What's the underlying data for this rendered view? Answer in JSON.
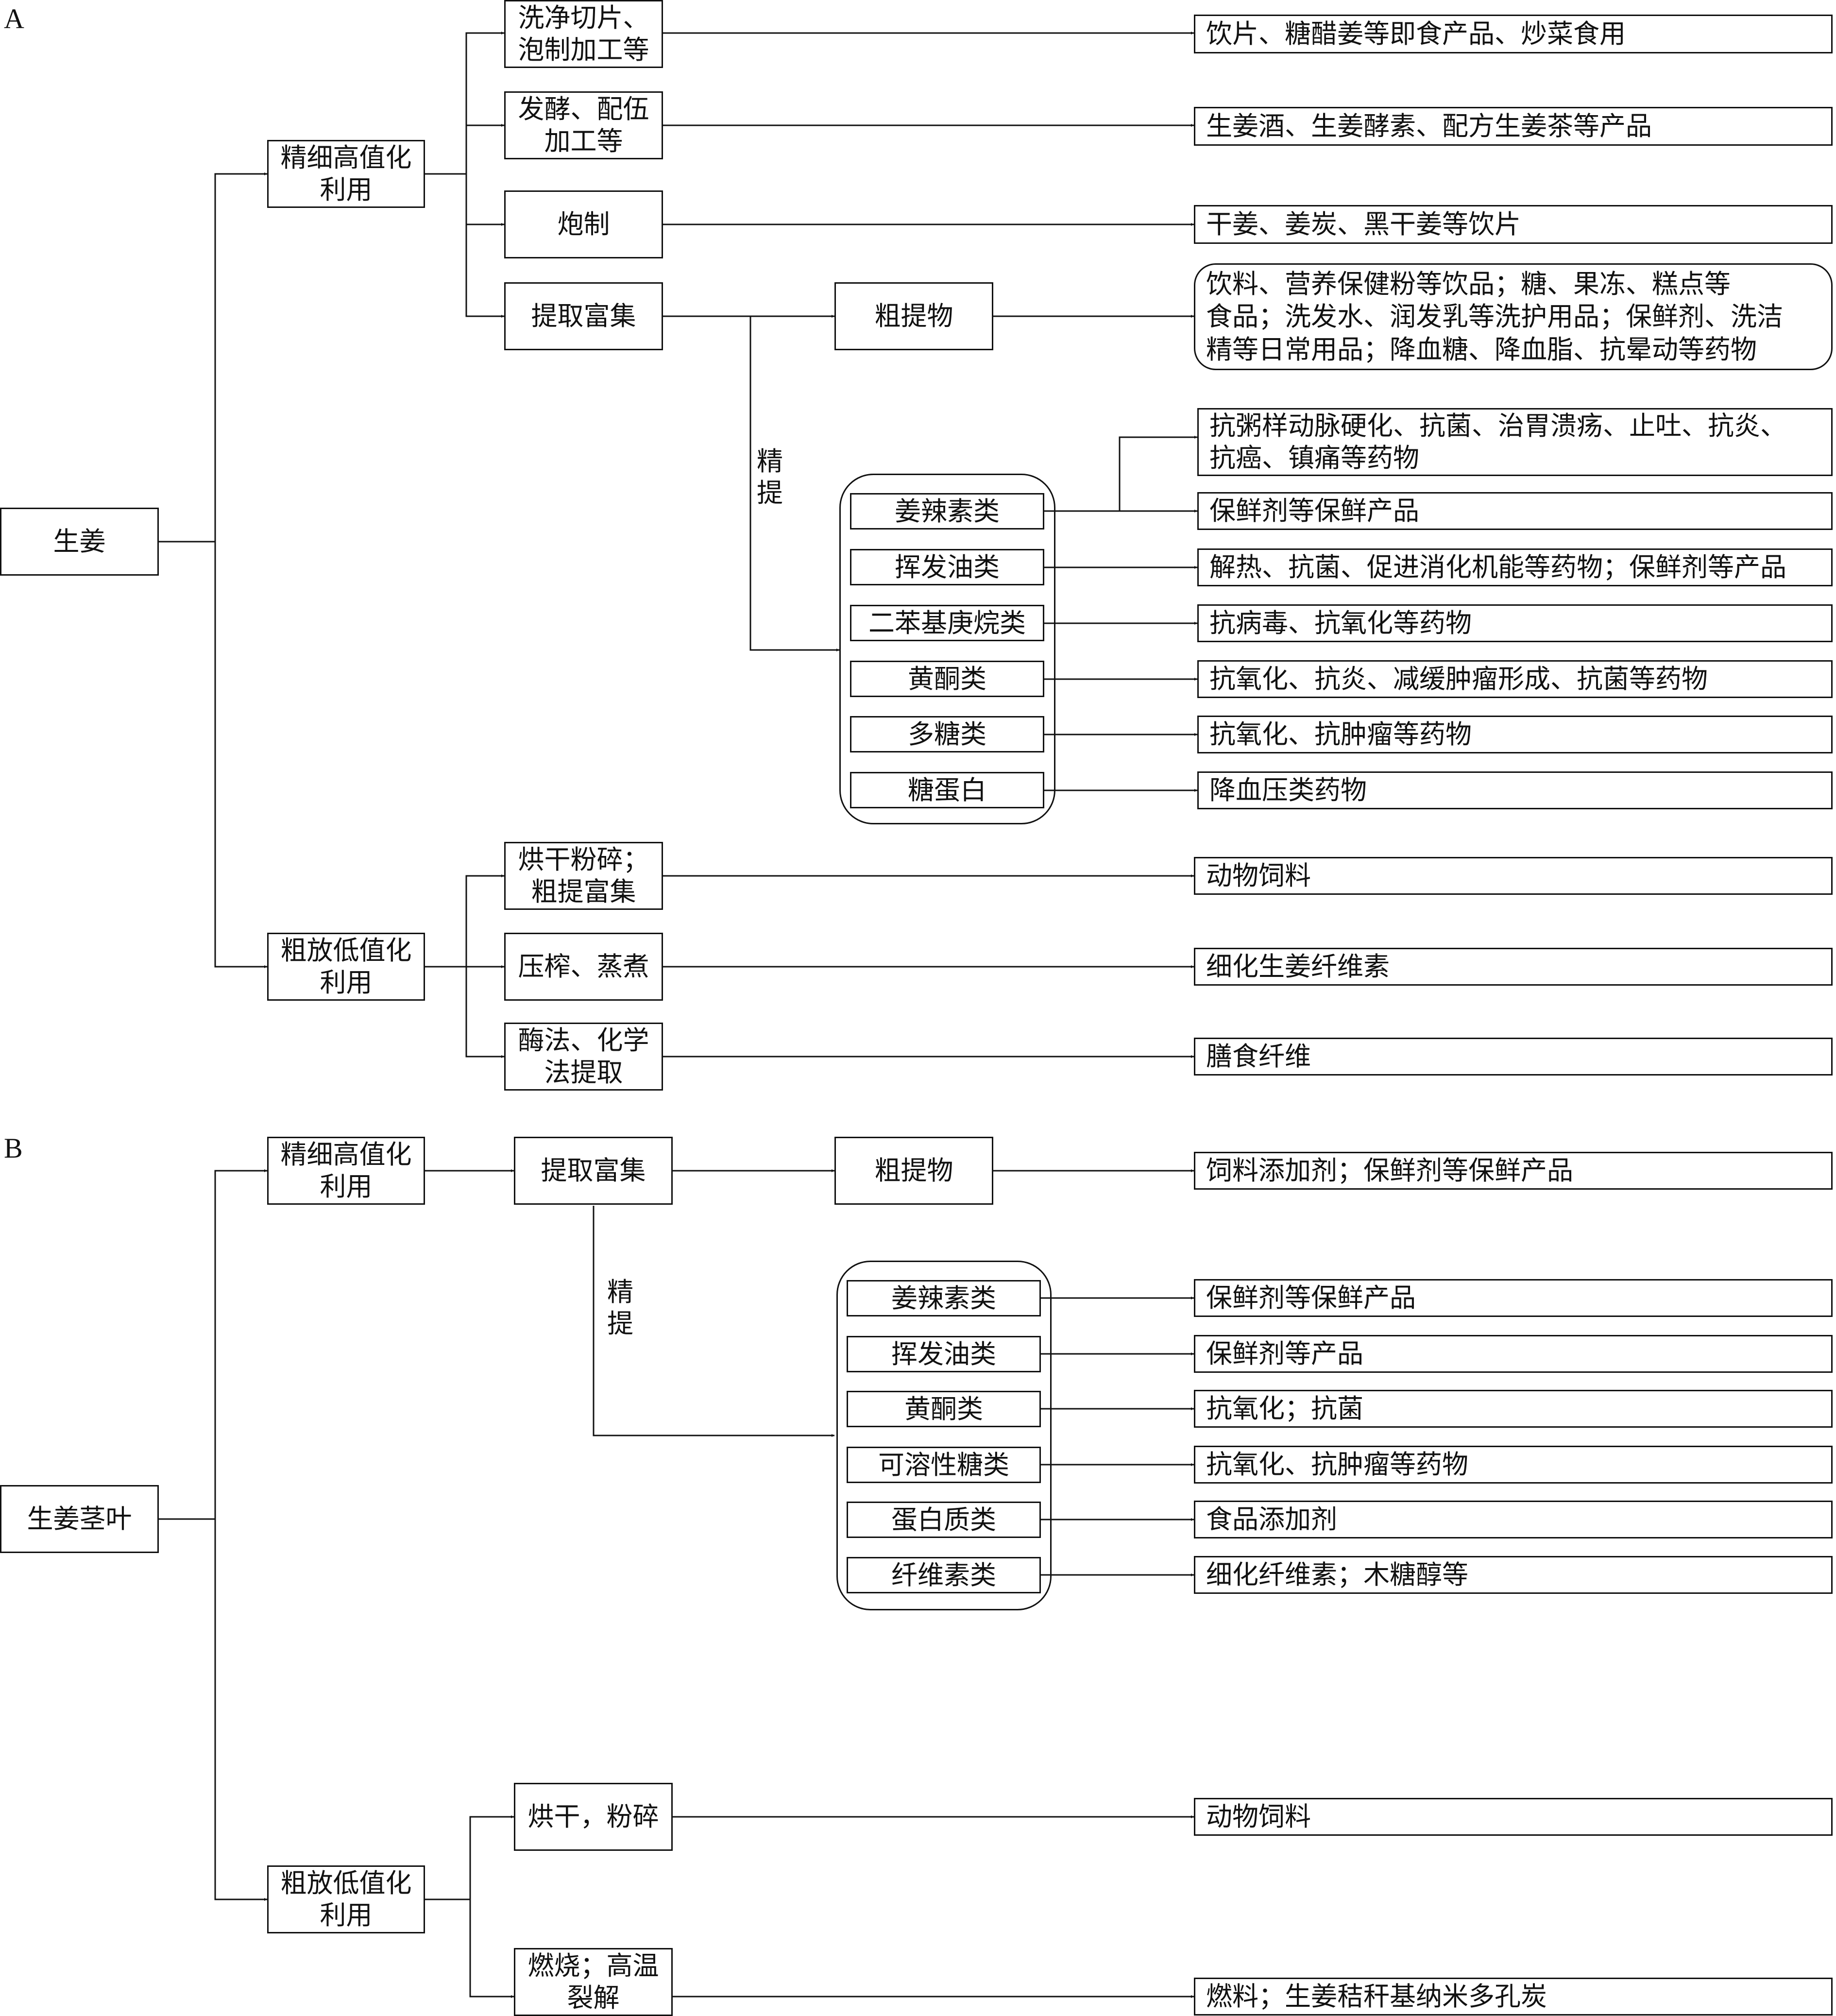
{
  "diagramA": {
    "panel_label": "A",
    "root": "生姜",
    "branch_high": "精细高值化\n利用",
    "branch_low": "粗放低值化\n利用",
    "steps": {
      "wash": "洗净切片、\n泡制加工等",
      "ferment": "发酵、配伍\n加工等",
      "process": "炮制",
      "extract": "提取富集",
      "crude": "粗提物",
      "dry": "烘干粉碎；\n粗提富集",
      "press": "压榨、蒸煮",
      "enzyme": "酶法、化学\n法提取"
    },
    "refine_label": "精\n提",
    "components": [
      "姜辣素类",
      "挥发油类",
      "二苯基庚烷类",
      "黄酮类",
      "多糖类",
      "糖蛋白"
    ],
    "products": {
      "wash": "饮片、糖醋姜等即食产品、炒菜食用",
      "ferment": "生姜酒、生姜酵素、配方生姜茶等产品",
      "process": "干姜、姜炭、黑干姜等饮片",
      "crude": "饮料、营养保健粉等饮品；糖、果冻、糕点等\n食品；洗发水、润发乳等洗护用品；保鲜剂、洗洁\n精等日常用品；降血糖、降血脂、抗晕动等药物",
      "gingerol_drug": "抗粥样动脉硬化、抗菌、治胃溃疡、止吐、抗炎、\n抗癌、镇痛等药物",
      "gingerol_preserve": "保鲜剂等保鲜产品",
      "oil": "解热、抗菌、促进消化机能等药物；保鲜剂等产品",
      "diaryl": "抗病毒、抗氧化等药物",
      "flavone": "抗氧化、抗炎、减缓肿瘤形成、抗菌等药物",
      "polysac": "抗氧化、抗肿瘤等药物",
      "glycoprotein": "降血压类药物",
      "dry": "动物饲料",
      "press": "细化生姜纤维素",
      "enzyme": "膳食纤维"
    }
  },
  "diagramB": {
    "panel_label": "B",
    "root": "生姜茎叶",
    "branch_high": "精细高值化\n利用",
    "branch_low": "粗放低值化\n利用",
    "steps": {
      "extract": "提取富集",
      "crude": "粗提物",
      "dry": "烘干，粉碎",
      "burn": "燃烧；高温\n裂解"
    },
    "refine_label": "精\n提",
    "components": [
      "姜辣素类",
      "挥发油类",
      "黄酮类",
      "可溶性糖类",
      "蛋白质类",
      "纤维素类"
    ],
    "products": {
      "crude": "饲料添加剂；保鲜剂等保鲜产品",
      "gingerol": "保鲜剂等保鲜产品",
      "oil": "保鲜剂等产品",
      "flavone": "抗氧化；抗菌",
      "sugar": "抗氧化、抗肿瘤等药物",
      "protein": "食品添加剂",
      "cellulose": "细化纤维素；木糖醇等",
      "dry": "动物饲料",
      "burn": "燃料；生姜秸秆基纳米多孔炭"
    }
  }
}
